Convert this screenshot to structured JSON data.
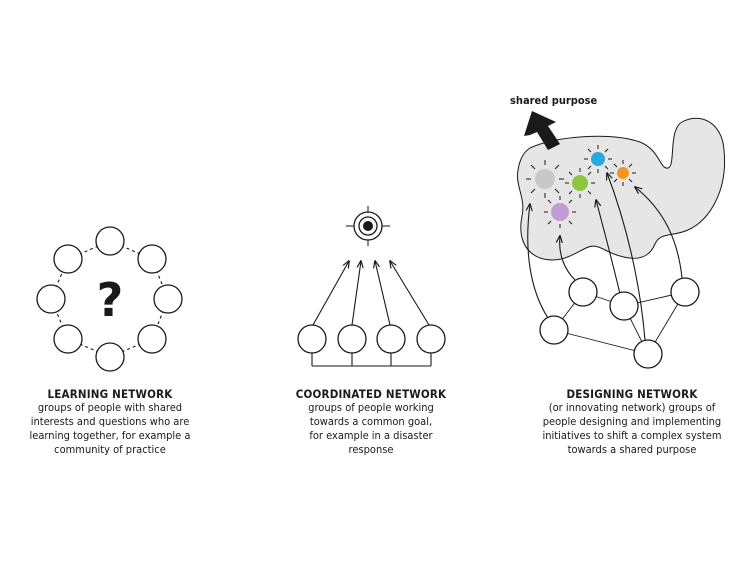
{
  "learning": {
    "title": "LEARNING NETWORK",
    "description": "groups of people with shared\ninterests and questions who are\nlearning together, for example a\ncommunity of practice",
    "symbol": "?"
  },
  "coordinated": {
    "title": "COORDINATED NETWORK",
    "description": "groups of people working\ntowards a common goal,\nfor example in a disaster\nresponse"
  },
  "designing": {
    "title": "DESIGNING NETWORK",
    "description": "(or innovating network) groups of\npeople designing and implementing\ninitiatives to shift a complex system\ntowards a shared purpose",
    "purpose_label": "shared purpose",
    "spark_colors": [
      "#c8c8c8",
      "#8dc63f",
      "#2aa9e0",
      "#f7941d",
      "#c39bd3"
    ]
  },
  "colors": {
    "stroke": "#1a1a1a",
    "blob": "#e6e6e6",
    "node_fill": "#ffffff"
  }
}
